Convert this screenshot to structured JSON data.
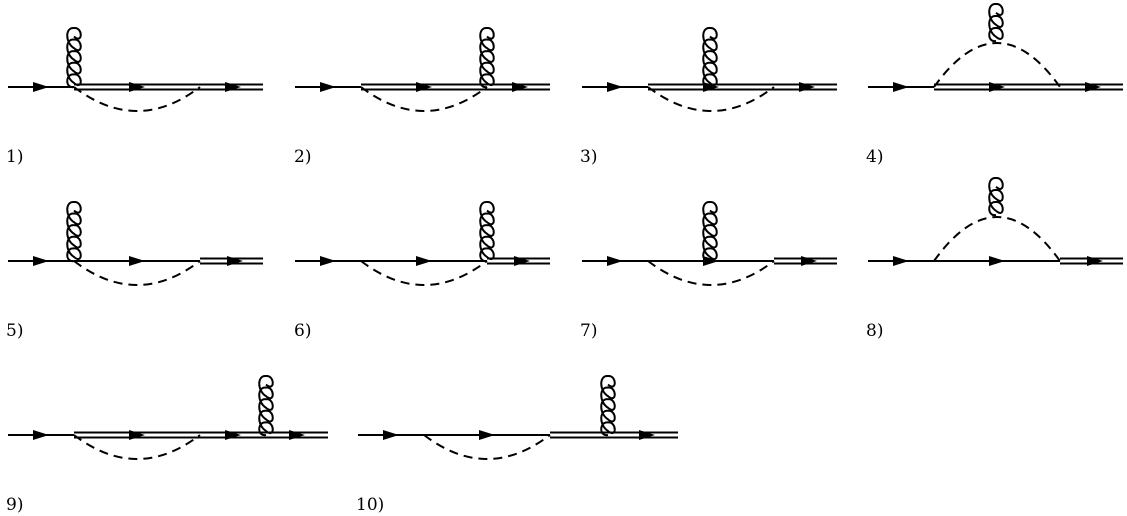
{
  "colors": {
    "ink": "#000000",
    "background": "#ffffff"
  },
  "diagrams": [
    {
      "label": "1)",
      "incoming": "single",
      "exit": "double",
      "double_start": "left",
      "gluon": "left",
      "loop": "double"
    },
    {
      "label": "2)",
      "incoming": "single",
      "exit": "double",
      "double_start": "left",
      "gluon": "right",
      "loop": "double"
    },
    {
      "label": "3)",
      "incoming": "single",
      "exit": "double",
      "double_start": "left",
      "gluon": "mid",
      "loop": "double"
    },
    {
      "label": "4)",
      "incoming": "single",
      "exit": "double",
      "double_start": "left",
      "gluon": "top",
      "loop": "double"
    },
    {
      "label": "5)",
      "incoming": "single",
      "exit": "double",
      "double_start": "right",
      "gluon": "left",
      "loop": "single"
    },
    {
      "label": "6)",
      "incoming": "single",
      "exit": "double",
      "double_start": "right",
      "gluon": "right",
      "loop": "single"
    },
    {
      "label": "7)",
      "incoming": "single",
      "exit": "double",
      "double_start": "right",
      "gluon": "mid",
      "loop": "single"
    },
    {
      "label": "8)",
      "incoming": "single",
      "exit": "double",
      "double_start": "right",
      "gluon": "top",
      "loop": "single"
    },
    {
      "label": "9)",
      "incoming": "single",
      "exit": "double",
      "double_start": "left",
      "gluon": "outer",
      "loop": "double"
    },
    {
      "label": "10)",
      "incoming": "single",
      "exit": "double",
      "double_start": "right",
      "gluon": "outer",
      "loop": "single"
    }
  ]
}
